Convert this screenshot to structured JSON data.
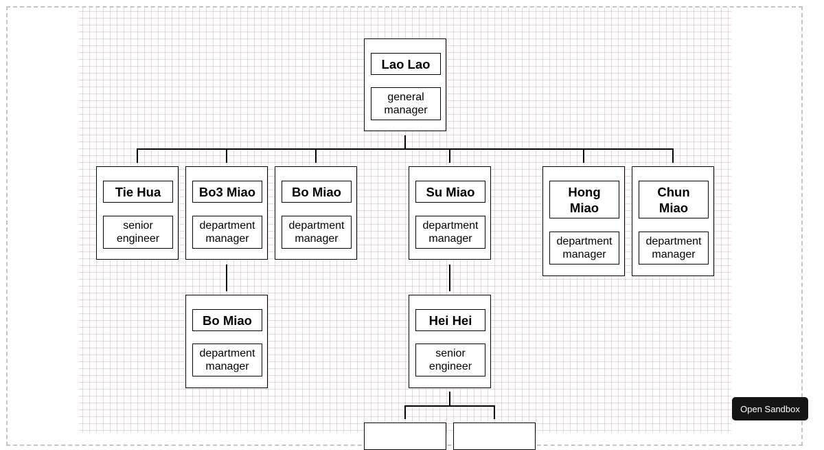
{
  "org_chart": {
    "root": {
      "name": "Lao Lao",
      "title": "general manager"
    },
    "level1": [
      {
        "name": "Tie Hua",
        "title": "senior engineer"
      },
      {
        "name": "Bo3 Miao",
        "title": "department manager"
      },
      {
        "name": "Bo Miao",
        "title": "department manager"
      },
      {
        "name": "Su Miao",
        "title": "department manager"
      },
      {
        "name": "Hong Miao",
        "title": "department manager"
      },
      {
        "name": "Chun Miao",
        "title": "department manager"
      }
    ],
    "level2": [
      {
        "name": "Bo Miao",
        "title": "department manager"
      },
      {
        "name": "Hei Hei",
        "title": "senior engineer"
      }
    ]
  },
  "sandbox_button": {
    "label": "Open Sandbox"
  }
}
